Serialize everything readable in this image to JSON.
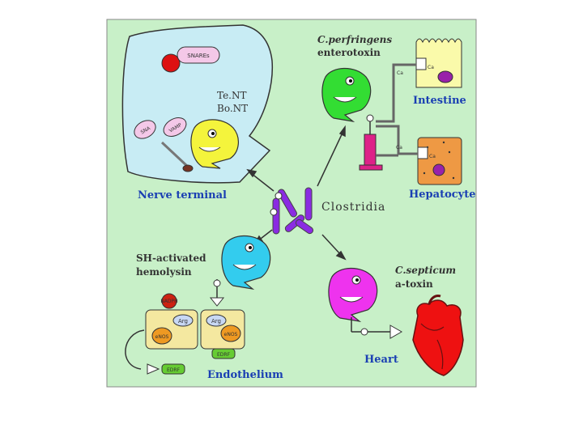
{
  "labels": {
    "snares": "SNAREs",
    "tent": "Te.NT",
    "bont": "Bo.NT",
    "snap": "SNA",
    "vamp": "VAMP",
    "nerve_terminal": "Nerve terminal",
    "c_perfringens": "C.perfringens",
    "enterotoxin": "enterotoxin",
    "intestine": "Intestine",
    "hepatocyte": "Hepatocyte",
    "ca_1": "Ca",
    "ca_2": "Ca",
    "ca_3": "Ca",
    "ca_4": "Ca",
    "clostridia": "Clostridia",
    "sh_activated": "SH-activated",
    "hemolysin": "hemolysin",
    "c_septicum": "C.septicum",
    "a_toxin": "a-toxin",
    "heart": "Heart",
    "endothelium": "Endothelium",
    "arg_1": "Arg",
    "arg_2": "Arg",
    "enos_1": "eNOS",
    "enos_2": "eNOS",
    "edrf_1": "EDRF",
    "edrf_2": "EDRF",
    "nadph": "NADPH"
  },
  "colors": {
    "background": "#c8f0c8",
    "nerve_cell": "#c8ecf4",
    "toxin_green": "#33dd33",
    "toxin_yellow": "#f4f43c",
    "toxin_cyan": "#33ccee",
    "toxin_magenta": "#ee33ee",
    "label_blue": "#1a3fb3",
    "bacteria_purple": "#8a2be2"
  }
}
